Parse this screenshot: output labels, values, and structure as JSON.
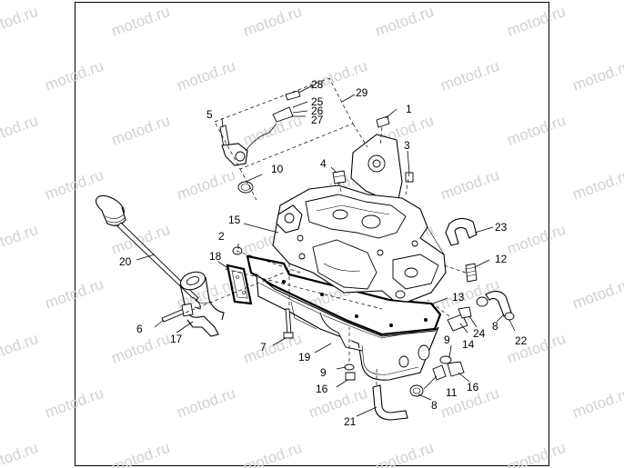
{
  "watermark": "motod.ru",
  "callouts": {
    "c1": "1",
    "c2": "2",
    "c3": "3",
    "c4": "4",
    "c5": "5",
    "c6": "6",
    "c7": "7",
    "c8a": "8",
    "c8b": "8",
    "c9a": "9",
    "c9b": "9",
    "c10": "10",
    "c11": "11",
    "c12": "12",
    "c13": "13",
    "c14": "14",
    "c15": "15",
    "c16a": "16",
    "c16b": "16",
    "c17": "17",
    "c18": "18",
    "c19": "19",
    "c20": "20",
    "c21": "21",
    "c22": "22",
    "c23": "23",
    "c24": "24",
    "c25": "25",
    "c26": "26",
    "c27": "27",
    "c28": "28",
    "c29": "29"
  }
}
